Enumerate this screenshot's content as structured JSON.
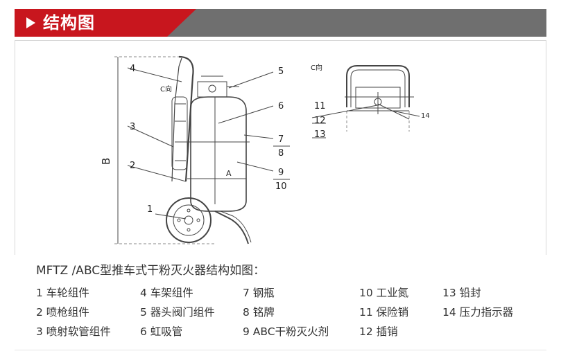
{
  "header": {
    "title": "结构图",
    "accent_color": "#c8161e",
    "bar_color": "#6f6f6f"
  },
  "diagram": {
    "left_labels": [
      "1",
      "2",
      "3",
      "4"
    ],
    "right_labels": [
      "5",
      "6",
      "7",
      "8",
      "9",
      "10"
    ],
    "dimension_b": "B",
    "dimension_a": "A",
    "view_label_main": "C向",
    "view_label_detail": "C向",
    "detail_labels": [
      "11",
      "12",
      "13"
    ],
    "detail_label_14": "14"
  },
  "caption": "MFTZ /ABC型推车式干粉灭火器结构如图：",
  "legend": [
    "1 车轮组件",
    "2 喷枪组件",
    "3 喷射软管组件",
    "4 车架组件",
    "5 器头阀门组件",
    "6 虹吸管",
    "7 钢瓶",
    "8 铭牌",
    "9 ABC干粉灭火剂",
    "10 工业氮",
    "11 保险销",
    "12 插销",
    "13 铅封",
    "14 压力指示器"
  ]
}
